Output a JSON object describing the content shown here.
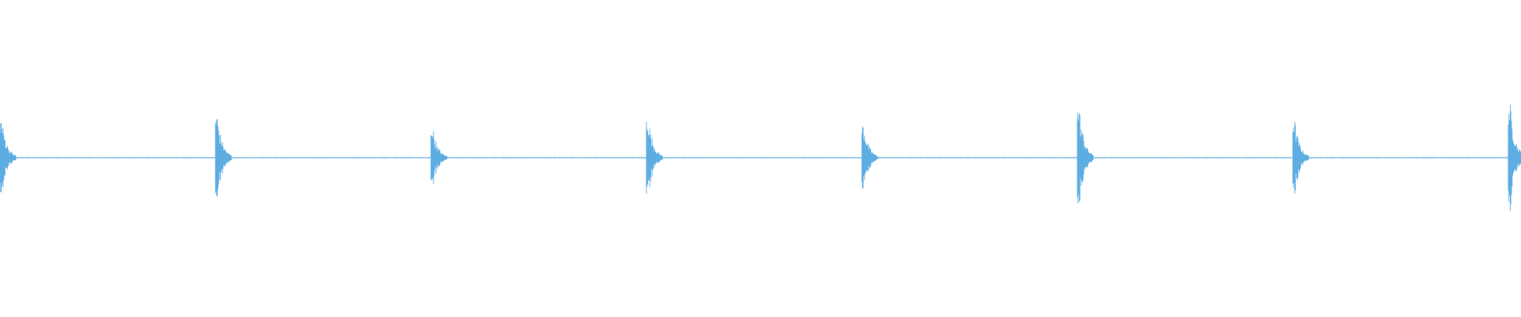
{
  "waveform": {
    "color": "#5dade2",
    "background": "#ffffff",
    "burst_count": 8,
    "bursts": [
      {
        "index": 0,
        "amplitude": 0.28
      },
      {
        "index": 1,
        "amplitude": 0.31
      },
      {
        "index": 2,
        "amplitude": 0.22
      },
      {
        "index": 3,
        "amplitude": 0.29
      },
      {
        "index": 4,
        "amplitude": 0.24
      },
      {
        "index": 5,
        "amplitude": 0.36
      },
      {
        "index": 6,
        "amplitude": 0.27
      },
      {
        "index": 7,
        "amplitude": 0.38
      }
    ]
  }
}
